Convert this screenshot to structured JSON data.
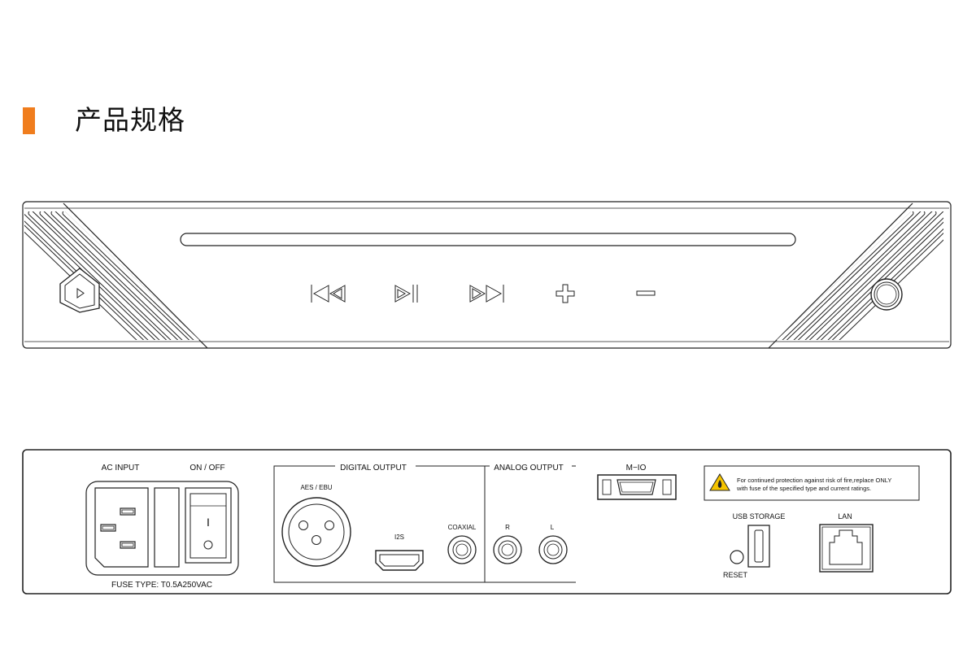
{
  "heading": {
    "title": "产品规格",
    "accent_color": "#f07d1d"
  },
  "front_panel": {
    "buttons": [
      {
        "name": "previous-track",
        "icon": "previous-track-icon"
      },
      {
        "name": "play-pause",
        "icon": "play-pause-icon"
      },
      {
        "name": "next-track",
        "icon": "next-track-icon"
      },
      {
        "name": "volume-up",
        "icon": "plus-icon"
      },
      {
        "name": "volume-down",
        "icon": "minus-icon"
      }
    ],
    "left_logo_icon": "play-hexagon-logo-icon",
    "right_knob_icon": "round-knob-icon"
  },
  "rear_panel": {
    "ac_input": "AC INPUT",
    "on_off": "ON / OFF",
    "switch_on": "I",
    "switch_off": "O",
    "fuse_type": "FUSE TYPE: T0.5A250VAC",
    "digital_output": "DIGITAL OUTPUT",
    "aes_ebu": "AES / EBU",
    "i2s": "I2S",
    "coaxial": "COAXIAL",
    "analog_output": "ANALOG OUTPUT",
    "analog_r": "R",
    "analog_l": "L",
    "m_io": "M−IO",
    "warning_line1": "For continued protection against risk of fire,replace ONLY",
    "warning_line2": "with fuse of the specified type and current ratings.",
    "usb_storage": "USB STORAGE",
    "lan": "LAN",
    "reset": "RESET"
  }
}
